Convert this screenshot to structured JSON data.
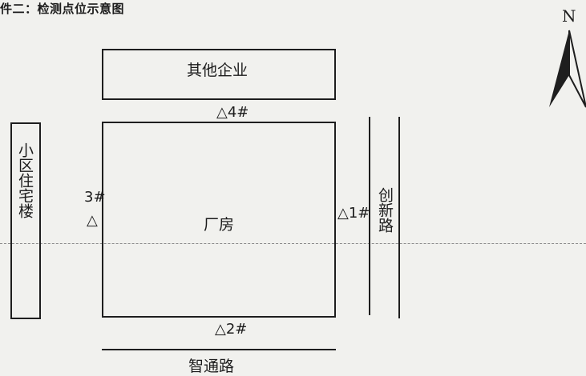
{
  "title": "件二：检测点位示意图",
  "north": "N",
  "buildings": {
    "other_company": "其他企业",
    "residential": "小区住宅楼",
    "factory": "厂房"
  },
  "roads": {
    "chuangxin": "创新路",
    "zhitong": "智通路"
  },
  "points": {
    "p1": "△1#",
    "p2": "△2#",
    "p3_num": "3#",
    "p3_tri": "△",
    "p4": "△4#"
  }
}
